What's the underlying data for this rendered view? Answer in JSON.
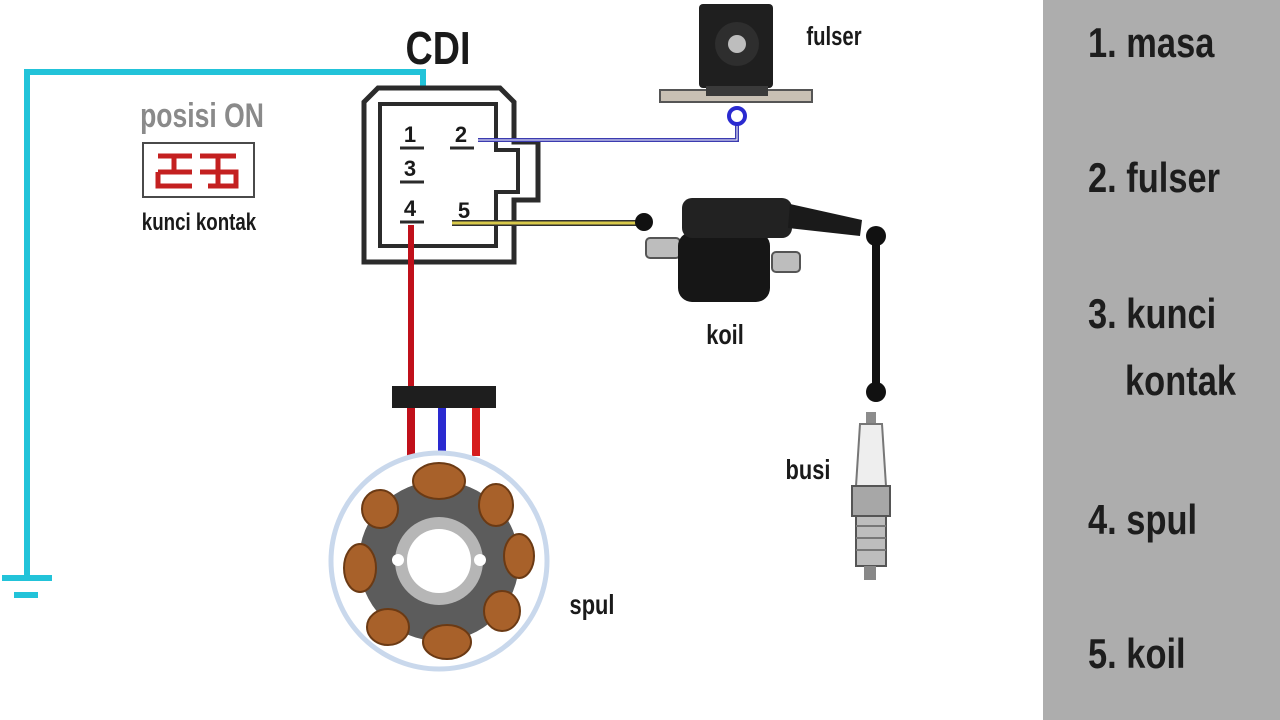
{
  "title": "CDI",
  "labels": {
    "posisi_on": "posisi ON",
    "kunci_kontak": "kunci kontak",
    "fulser": "fulser",
    "koil": "koil",
    "busi": "busi",
    "spul": "spul"
  },
  "cdi_pins": [
    "1",
    "2",
    "3",
    "4",
    "5"
  ],
  "legend": [
    {
      "text": "1. masa"
    },
    {
      "text": "2. fulser"
    },
    {
      "text": "3. kunci"
    },
    {
      "text": "kontak"
    },
    {
      "text": "4. spul"
    },
    {
      "text": "5. koil"
    }
  ],
  "colors": {
    "ground_wire": "#22c3d9",
    "fulser_wire": "#3b3bb0",
    "koil_wire": "#d8c94a",
    "spul_wire": "#c0101a",
    "spul_wire_blue": "#2a2ad0",
    "legend_bg": "#adadad"
  }
}
